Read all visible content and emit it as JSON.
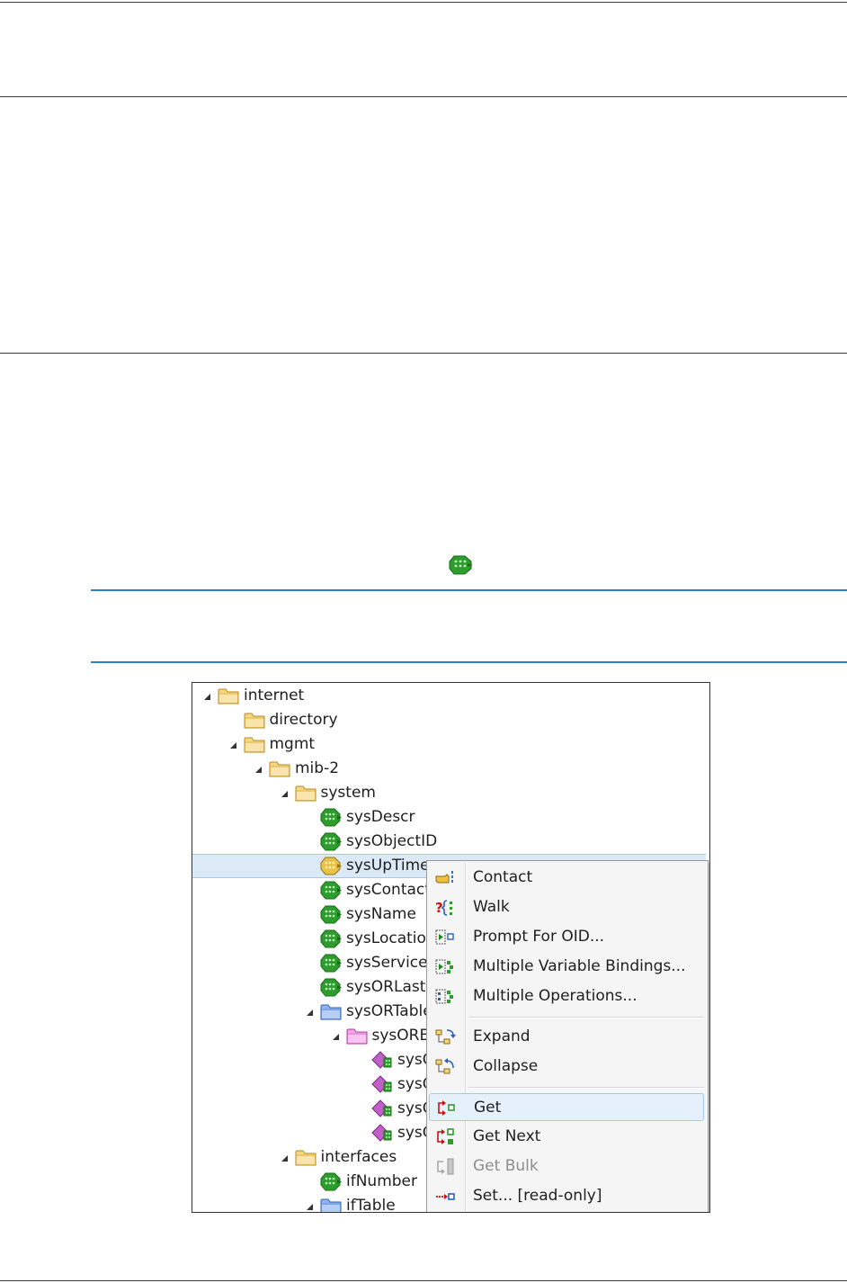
{
  "tree": {
    "rows": [
      {
        "label": "internet",
        "indent": 0,
        "expanded": true,
        "icon": "folder-yellow-icon"
      },
      {
        "label": "directory",
        "indent": 1,
        "expanded": null,
        "icon": "folder-yellow-icon"
      },
      {
        "label": "mgmt",
        "indent": 1,
        "expanded": true,
        "icon": "folder-yellow-icon"
      },
      {
        "label": "mib-2",
        "indent": 2,
        "expanded": true,
        "icon": "folder-yellow-icon"
      },
      {
        "label": "system",
        "indent": 3,
        "expanded": true,
        "icon": "folder-yellow-icon"
      },
      {
        "label": "sysDescr",
        "indent": 4,
        "expanded": null,
        "icon": "leaf-green-icon"
      },
      {
        "label": "sysObjectID",
        "indent": 4,
        "expanded": null,
        "icon": "leaf-green-icon"
      },
      {
        "label": "sysUpTime",
        "indent": 4,
        "expanded": null,
        "icon": "leaf-yellow-icon",
        "selected": true
      },
      {
        "label": "sysContact",
        "indent": 4,
        "expanded": null,
        "icon": "leaf-green-icon"
      },
      {
        "label": "sysName",
        "indent": 4,
        "expanded": null,
        "icon": "leaf-green-icon"
      },
      {
        "label": "sysLocation",
        "indent": 4,
        "expanded": null,
        "icon": "leaf-green-icon"
      },
      {
        "label": "sysServices",
        "indent": 4,
        "expanded": null,
        "icon": "leaf-green-icon"
      },
      {
        "label": "sysORLastChange",
        "indent": 4,
        "expanded": null,
        "icon": "leaf-green-icon"
      },
      {
        "label": "sysORTable",
        "indent": 4,
        "expanded": true,
        "icon": "folder-blue-icon"
      },
      {
        "label": "sysOREntry",
        "indent": 5,
        "expanded": true,
        "icon": "folder-pink-icon"
      },
      {
        "label": "sysORIndex",
        "indent": 6,
        "expanded": null,
        "icon": "leaf-pink-icon"
      },
      {
        "label": "sysORID",
        "indent": 6,
        "expanded": null,
        "icon": "leaf-pink-icon"
      },
      {
        "label": "sysORDescr",
        "indent": 6,
        "expanded": null,
        "icon": "leaf-pink-icon"
      },
      {
        "label": "sysORUpTime",
        "indent": 6,
        "expanded": null,
        "icon": "leaf-pink-icon"
      },
      {
        "label": "interfaces",
        "indent": 3,
        "expanded": true,
        "icon": "folder-yellow-icon"
      },
      {
        "label": "ifNumber",
        "indent": 4,
        "expanded": null,
        "icon": "leaf-green-icon"
      },
      {
        "label": "ifTable",
        "indent": 4,
        "expanded": true,
        "icon": "folder-blue-icon"
      }
    ]
  },
  "context_menu": {
    "groups": [
      [
        {
          "label": "Contact",
          "icon": "contact-hand-icon",
          "disabled": false
        },
        {
          "label": "Walk",
          "icon": "walk-icon",
          "disabled": false
        },
        {
          "label": "Prompt For OID...",
          "icon": "prompt-oid-icon",
          "disabled": false
        },
        {
          "label": "Multiple Variable Bindings...",
          "icon": "multi-varbind-icon",
          "disabled": false
        },
        {
          "label": "Multiple Operations...",
          "icon": "multi-ops-icon",
          "disabled": false
        }
      ],
      [
        {
          "label": "Expand",
          "icon": "expand-tree-icon",
          "disabled": false
        },
        {
          "label": "Collapse",
          "icon": "collapse-tree-icon",
          "disabled": false
        }
      ],
      [
        {
          "label": "Get",
          "icon": "get-icon",
          "disabled": false,
          "hover": true
        },
        {
          "label": "Get Next",
          "icon": "get-next-icon",
          "disabled": false
        },
        {
          "label": "Get Bulk",
          "icon": "get-bulk-icon",
          "disabled": true
        },
        {
          "label": "Set...  [read-only]",
          "icon": "set-icon",
          "disabled": false
        }
      ]
    ]
  },
  "colors": {
    "accent_rule": "#2a7fd0",
    "selection_bg": "#dceaf8",
    "leaf_green": "#2e9d2e",
    "folder_yellow": "#f3d27a"
  }
}
